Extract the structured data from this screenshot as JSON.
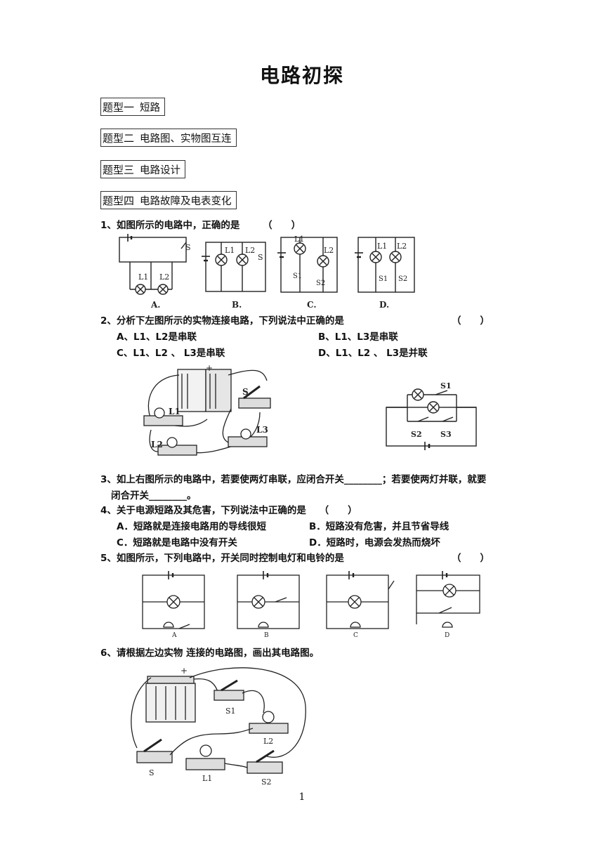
{
  "title": "电路初探",
  "question_types": [
    {
      "label": "题型一",
      "text": "短路"
    },
    {
      "label": "题型二",
      "text": "电路图、实物图互连"
    },
    {
      "label": "题型三",
      "text": "电路设计"
    },
    {
      "label": "题型四",
      "text": "电路故障及电表变化"
    }
  ],
  "q1": {
    "text": "1、如图所示的电路中，正确的是",
    "bracket": "（　　）",
    "labels": [
      "A.",
      "B.",
      "C.",
      "D."
    ]
  },
  "q2": {
    "text": "2、分析下左图所示的实物连接电路，下列说法中正确的是",
    "bracket": "（　　）",
    "options": [
      "A、L1、L2是串联",
      "B、L1、L3是串联",
      "C、L1、L2 、 L3是串联",
      "D、L1、L2 、 L3是并联"
    ]
  },
  "q3": {
    "line1": "3、如上右图所示的电路中，若要使两灯串联，应闭合开关________；若要使两灯并联，就要",
    "line2": "闭合开关________。"
  },
  "q4": {
    "text": "4、关于电源短路及其危害，下列说法中正确的是",
    "bracket": "（　　）",
    "options": [
      "A．短路就是连接电路用的导线很短",
      "B．短路没有危害，并且节省导线",
      "C．短路就是电路中没有开关",
      "D．短路时，电源会发热而烧坏"
    ]
  },
  "q5": {
    "text": "5、如图所示，下列电路中，开关同时控制电灯和电铃的是",
    "bracket": "（　　）",
    "labels": [
      "A",
      "B",
      "C",
      "D"
    ]
  },
  "q6": {
    "text": "6、请根据左边实物 连接的电路图，画出其电路图。"
  },
  "diagram_labels": {
    "l1": "L1",
    "l2": "L2",
    "l3": "L3",
    "s": "S",
    "s1": "S1",
    "s2": "S2",
    "s3": "S3",
    "plus": "+"
  },
  "page_number": "1"
}
